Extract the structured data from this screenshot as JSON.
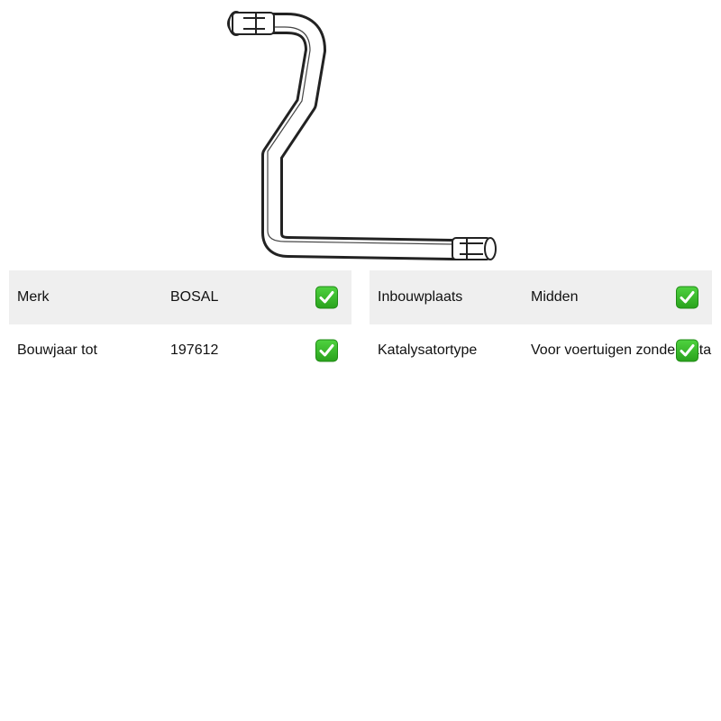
{
  "product": {
    "image_icon": "exhaust-pipe-icon"
  },
  "specs_left": [
    {
      "label": "Merk",
      "value": "BOSAL",
      "status_icon": "check-mark-icon"
    },
    {
      "label": "Bouwjaar tot",
      "value": "197612",
      "status_icon": "check-mark-icon"
    }
  ],
  "specs_right": [
    {
      "label": "Inbouwplaats",
      "value": "Midden",
      "status_icon": "check-mark-icon"
    },
    {
      "label": "Katalysatortype",
      "value": "Voor voertuigen zonder katalysator",
      "status_icon": "check-mark-icon"
    }
  ],
  "colors": {
    "row_shade": "#efefef",
    "check_green": "#2aa31d"
  }
}
